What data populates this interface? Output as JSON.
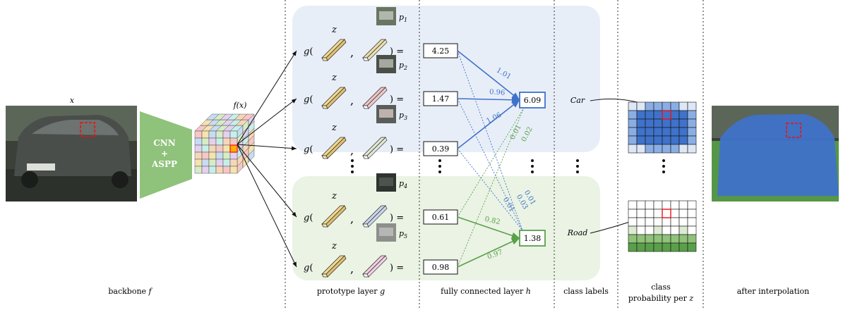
{
  "labels": {
    "input": "x",
    "feature": "f(x)",
    "z": "z",
    "g": "g",
    "open": "(",
    "comma": ",",
    "close": ") =",
    "cnn_line1": "CNN",
    "cnn_line2": "+",
    "cnn_line3": "ASPP",
    "car": "Car",
    "road": "Road"
  },
  "prototypes": [
    {
      "name": "p",
      "sub": "1",
      "score": "4.25",
      "color": "#e8dca8"
    },
    {
      "name": "p",
      "sub": "2",
      "score": "1.47",
      "color": "#f0c4c4"
    },
    {
      "name": "p",
      "sub": "3",
      "score": "0.39",
      "color": "#dfe6d2"
    },
    {
      "name": "p",
      "sub": "4",
      "score": "0.61",
      "color": "#c9d3ee"
    },
    {
      "name": "p",
      "sub": "5",
      "score": "0.98",
      "color": "#f3cde0"
    }
  ],
  "outputs": [
    {
      "class": "Car",
      "value": "6.09",
      "color": "#3f72c9"
    },
    {
      "class": "Road",
      "value": "1.38",
      "color": "#5aa04a"
    }
  ],
  "weights": {
    "w_1_car": "1.01",
    "w_2_car": "0.96",
    "w_3_car": "1.06",
    "w_4_car": "0.01",
    "w_5_car": "0.02",
    "w_1_road": "0.01",
    "w_2_road": "0.03",
    "w_3_road": "0.01",
    "w_4_road": "0.82",
    "w_5_road": "0.97"
  },
  "footer": {
    "backbone": "backbone",
    "backbone_sym": "f",
    "prototype_layer": "prototype layer",
    "prototype_sym": "g",
    "fc_layer": "fully connected layer",
    "fc_sym": "h",
    "class_labels": "class labels",
    "class_prob_line1": "class",
    "class_prob_line2": "probability per",
    "class_prob_sym": "z",
    "after_interp": "after interpolation"
  },
  "colors": {
    "blue_panel": "#e8eef8",
    "green_panel": "#eaf3e4",
    "blue": "#3f72c9",
    "green": "#5aa04a",
    "cnn": "#8fc27a"
  }
}
